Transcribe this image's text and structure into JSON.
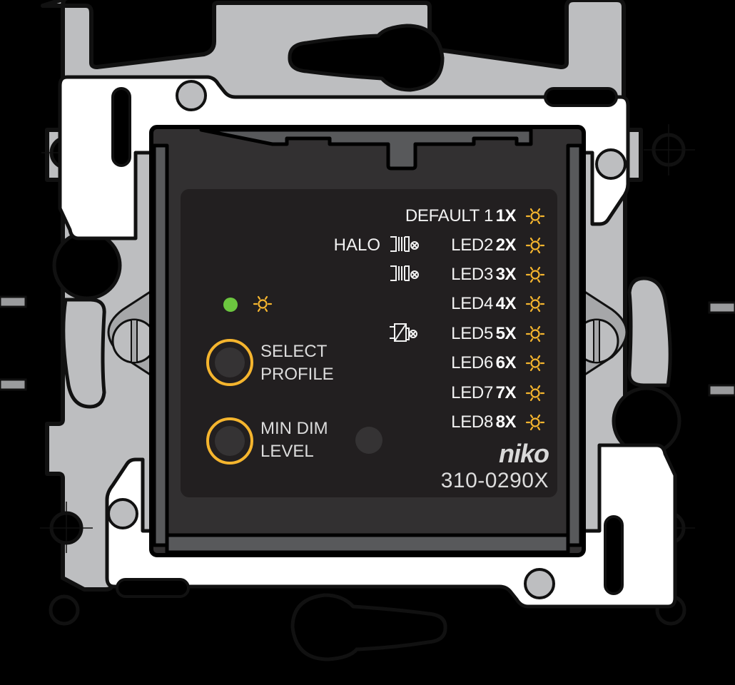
{
  "device": {
    "brand": "niko",
    "model": "310-0290X",
    "colors": {
      "frame": "#bdbec0",
      "frame_outline": "#111111",
      "bracket": "#ffffff",
      "housing": "#323031",
      "housing_edge": "#58595b",
      "panel": "#221f20",
      "accent_amber": "#f5b52e",
      "status_green": "#6cc63f",
      "text": "#f2f2f2"
    }
  },
  "status": {
    "indicator_icon": "sun-icon",
    "led_state": "on"
  },
  "buttons": [
    {
      "id": "select-profile",
      "line1": "SELECT",
      "line2": "PROFILE"
    },
    {
      "id": "min-dim-level",
      "line1": "MIN DIM",
      "line2": "LEVEL"
    }
  ],
  "profiles": [
    {
      "name": "DEFAULT 1",
      "count": "1X",
      "prefix": "",
      "icon": ""
    },
    {
      "name": "LED2",
      "count": "2X",
      "prefix": "HALO",
      "icon": "electronic-transformer-lamp-icon"
    },
    {
      "name": "LED3",
      "count": "3X",
      "prefix": "",
      "icon": "electronic-transformer-lamp-icon"
    },
    {
      "name": "LED4",
      "count": "4X",
      "prefix": "",
      "icon": ""
    },
    {
      "name": "LED5",
      "count": "5X",
      "prefix": "",
      "icon": "driver-lamp-icon"
    },
    {
      "name": "LED6",
      "count": "6X",
      "prefix": "",
      "icon": ""
    },
    {
      "name": "LED7",
      "count": "7X",
      "prefix": "",
      "icon": ""
    },
    {
      "name": "LED8",
      "count": "8X",
      "prefix": "",
      "icon": ""
    }
  ]
}
